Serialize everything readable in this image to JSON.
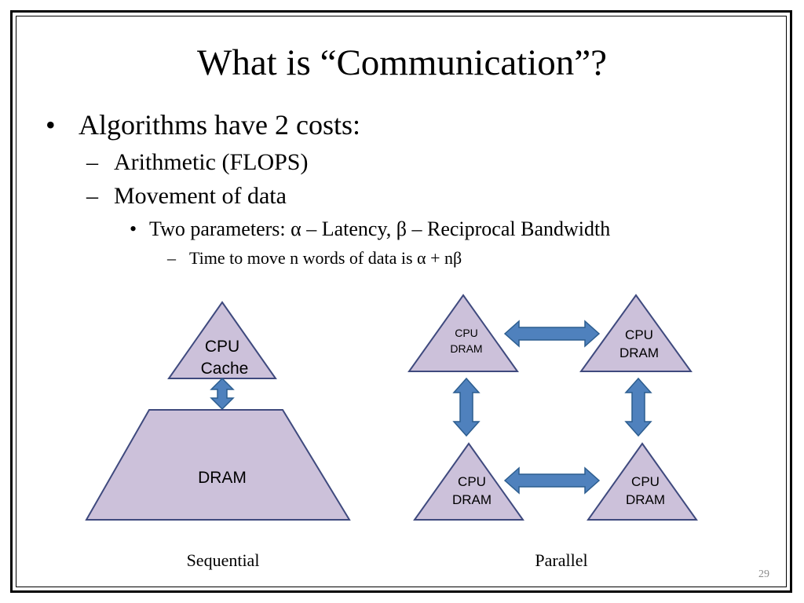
{
  "slide": {
    "title": "What is “Communication”?",
    "bullets": {
      "main": "Algorithms have 2 costs:",
      "sub1": "Arithmetic (FLOPS)",
      "sub2": "Movement of data",
      "params": "Two parameters: α – Latency, β – Reciprocal Bandwidth",
      "time": "Time to move n words of data is  α + nβ"
    },
    "markers": {
      "bullet": "•",
      "dash": "–"
    },
    "page_number": "29"
  },
  "sequential": {
    "cpu_line1": "CPU",
    "cpu_line2": "Cache",
    "dram": "DRAM",
    "caption": "Sequential"
  },
  "parallel": {
    "nodes": [
      {
        "line1": "CPU",
        "line2": "DRAM"
      },
      {
        "line1": "CPU",
        "line2": "DRAM"
      },
      {
        "line1": "CPU",
        "line2": "DRAM"
      },
      {
        "line1": "CPU",
        "line2": "DRAM"
      }
    ],
    "caption": "Parallel"
  },
  "colors": {
    "shape_fill": "#ccc1da",
    "shape_stroke": "#3f4a7e",
    "arrow_fill": "#4f81bd",
    "arrow_stroke": "#2c5d8f"
  }
}
